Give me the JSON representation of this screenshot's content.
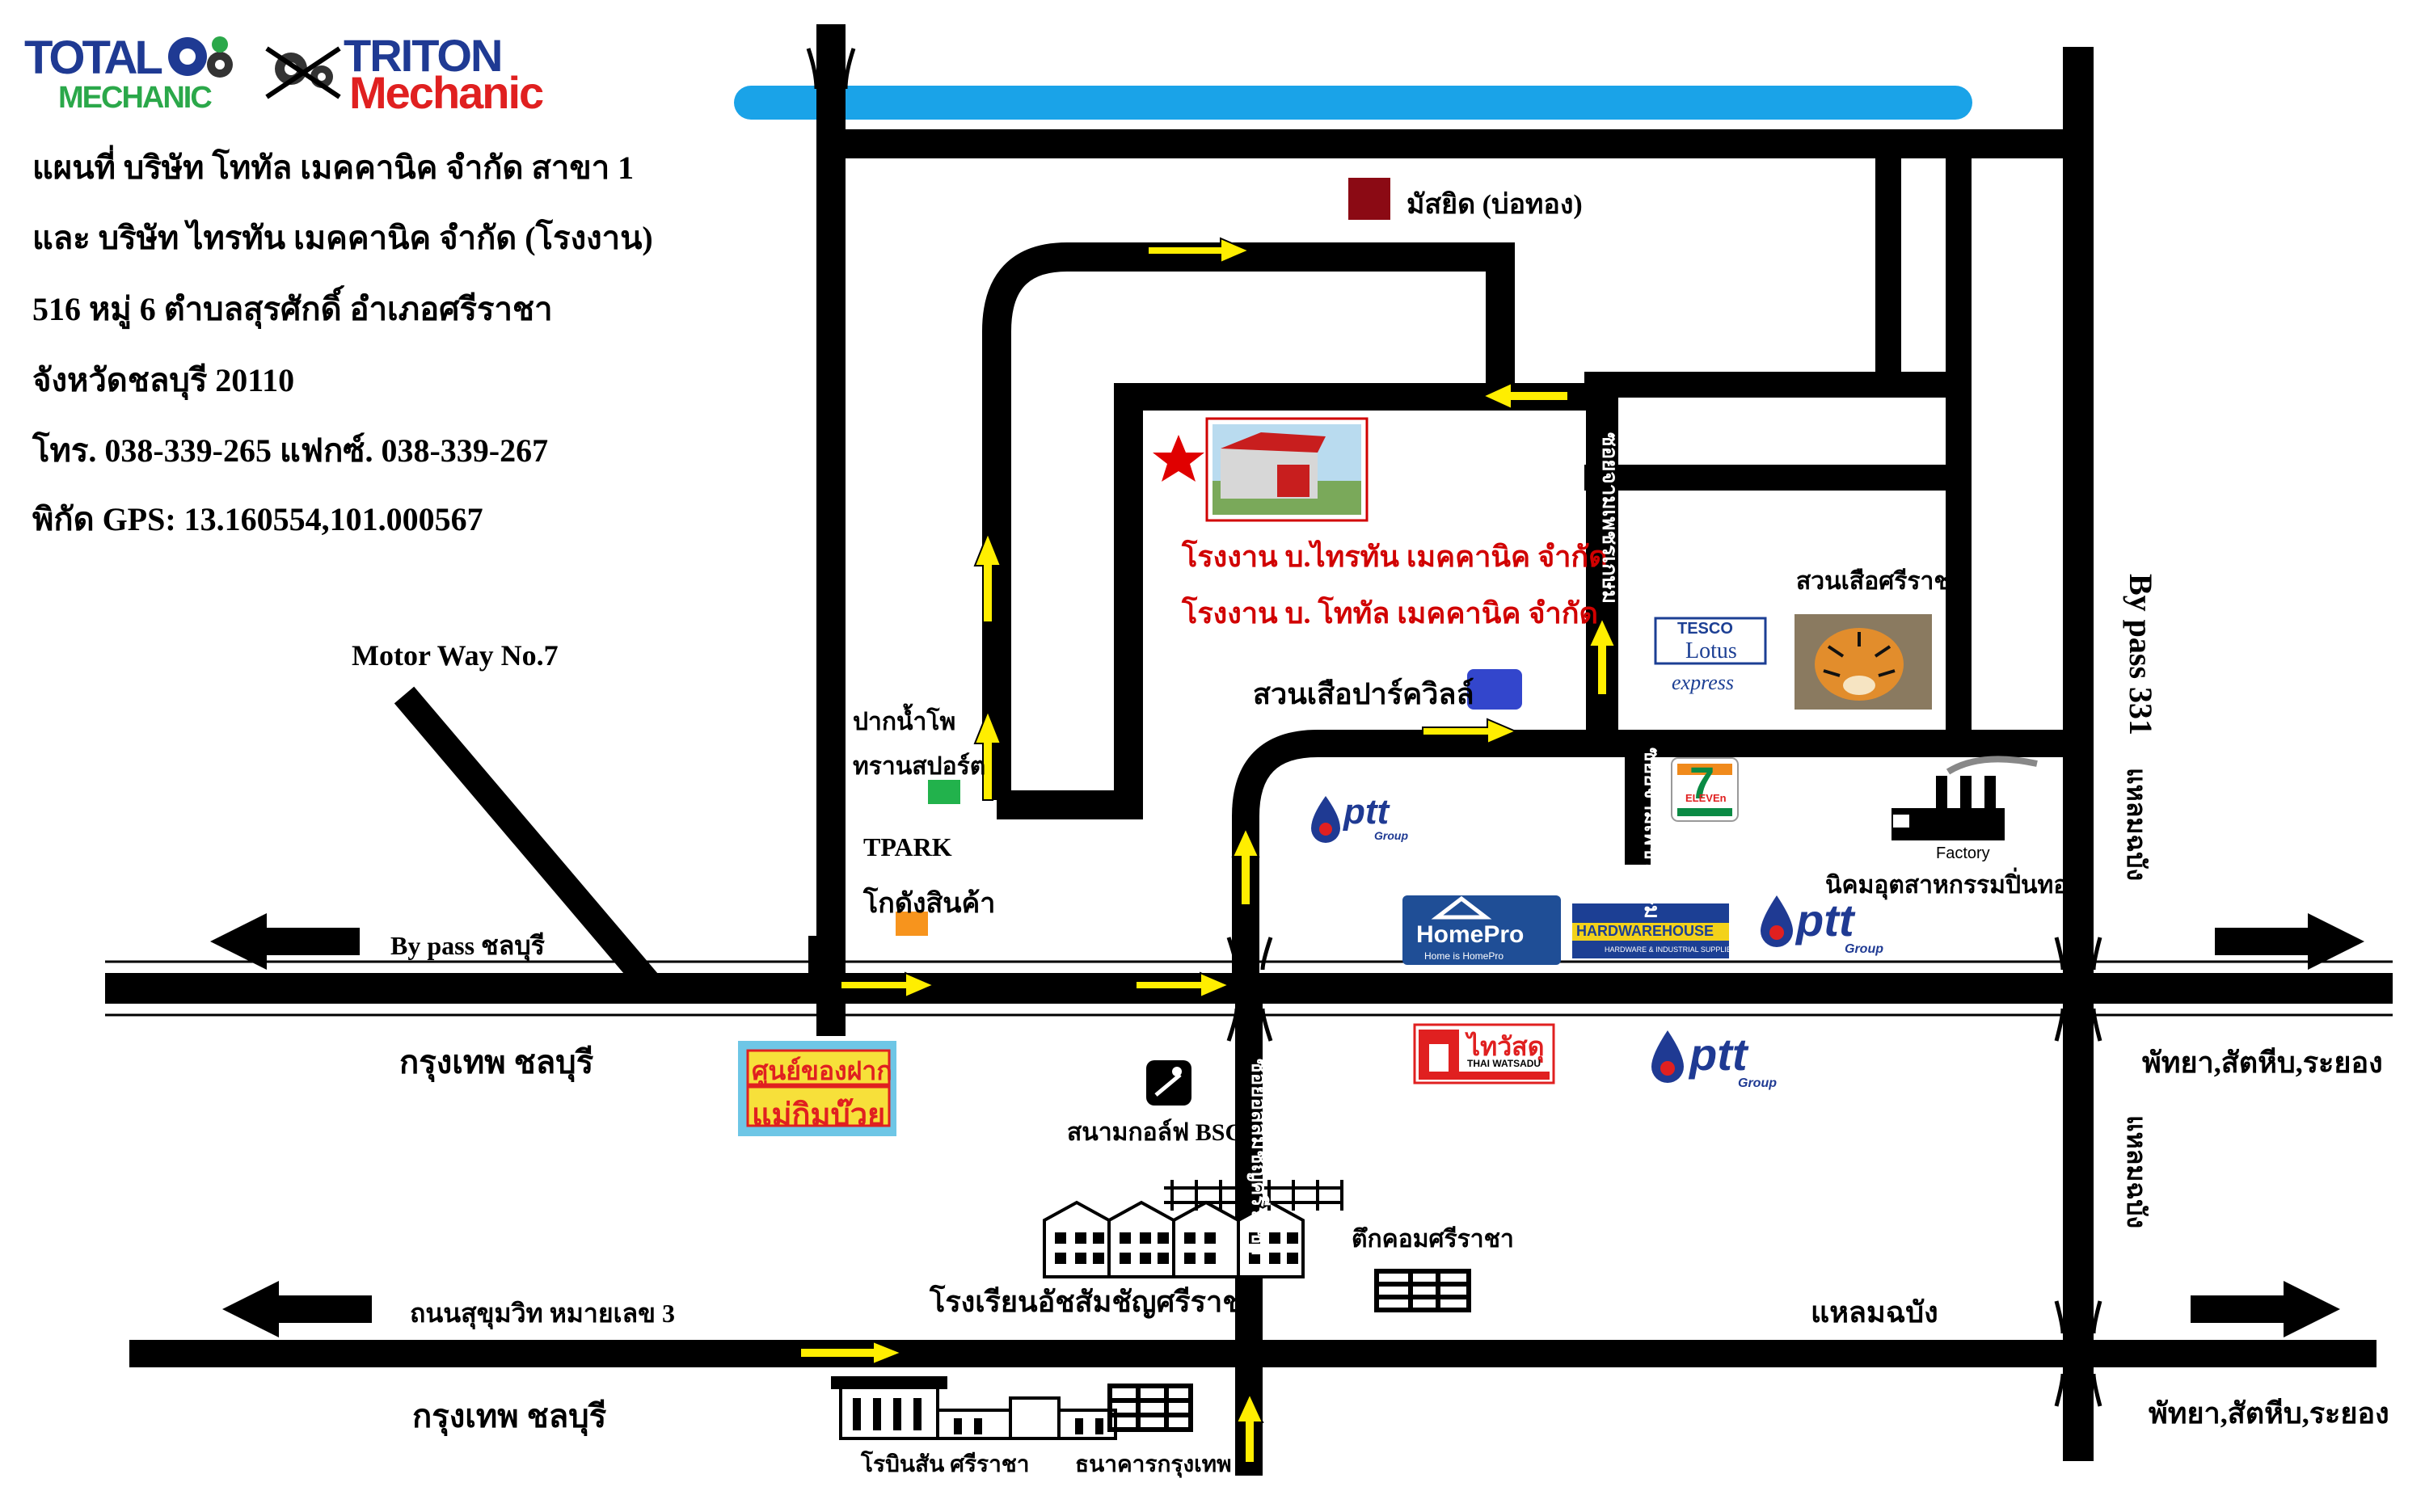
{
  "logos": {
    "total_line1": "TOTAL",
    "total_line2": "MECHANIC",
    "triton_line1": "TRITON",
    "triton_line2": "Mechanic"
  },
  "header": {
    "line1": "แผนที่  บริษัท  โททัล เมคคานิค  จำกัด  สาขา 1",
    "line2": "และ บริษัท  ไทรทัน เมคคานิค  จำกัด  (โรงงาน)",
    "line3": "516  หมู่  6  ตำบลสุรศักดิ์  อำเภอศรีราชา",
    "line4": "จังหวัดชลบุรี  20110",
    "line5": "โทร.  038-339-265  แฟกซ์. 038-339-267",
    "line6": "พิกัด GPS:  13.160554,101.000567"
  },
  "factory": {
    "line1": "โรงงาน บ.ไทรทัน เมคคานิค จำกัด",
    "line2": "โรงงาน บ. โททัล เมคคานิค จำกัด"
  },
  "labels": {
    "mosque": "มัสยิด (บ่อทอง)",
    "motorway": "Motor Way No.7",
    "pakhampho_1": "ปากน้ำโพ",
    "pakhampho_2": "ทรานสปอร์ต",
    "tpark_1": "TPARK",
    "tpark_2": "โกดังสินค้า",
    "bypass_chonburi": "By pass ชลบุรี",
    "bkk_chonburi_1": "กรุงเทพ  ชลบุรี",
    "bkk_chonburi_2": "กรุงเทพ  ชลบุรี",
    "tiger_park": "สวนเสือปาร์ควิลล์",
    "tiger_zoo": "สวนเสือศรีราชา",
    "industrial": "นิคมอุตสาหกรรมปิ่นทอง",
    "factory_icon": "Factory",
    "bypass331": "By pass 331",
    "laemchabang_v1": "แหลมฉบัง",
    "laemchabang_v2": "แหลมฉบัง",
    "laemchabang_h": "แหลมฉบัง",
    "pattaya_1": "พัทยา,สัตหีบ,ระยอง",
    "pattaya_2": "พัทยา,สัตหีบ,ระยอง",
    "golf": "สนามกอล์ฟ BSC",
    "tuk_com": "ตึกคอมศรีราชา",
    "school": "โรงเรียนอัชสัมชัญศรีราชา",
    "sukhumvit": "ถนนสุขุมวิท หมายเลข 3",
    "robinson": "โรบินสัน  ศรีราชา",
    "bangkok_bank": "ธนาคารกรุงเทพ",
    "soi_a": "ซอยจามเพชรเกษม",
    "soi_b": "ซอยจามเพชรเกษม",
    "soi_c": "ซอยอัสสัมชัญศรีราชา",
    "shop_sign_1": "ศูนย์ของฝาก",
    "shop_sign_2": "แม่กิมบ๊วย"
  },
  "brands": {
    "ptt": "ptt",
    "ptt_group": "Group",
    "homepro": "HomePro",
    "homepro_tag": "Home is HomePro",
    "hardware": "HARDWAREHOUSE",
    "hardware_tag": "HARDWARE & INDUSTRIAL SUPPLIES",
    "tesco": "TESCO",
    "lotus": "Lotus",
    "express": "express",
    "seven": "7",
    "eleven": "ELEVEn",
    "thaiwatsadu": "ไทวัสดุ",
    "thaiwatsadu_tag": "THAI WATSADU"
  },
  "colors": {
    "road": "#000000",
    "river": "#1aa3e8",
    "arrow": "#ffee00",
    "factory_text": "#d10000",
    "mosque": "#8b0a14",
    "tiger_park": "#3346cc",
    "pakhampho": "#22b24c",
    "tpark": "#f7941d",
    "ptt_blue": "#1f3a93"
  }
}
